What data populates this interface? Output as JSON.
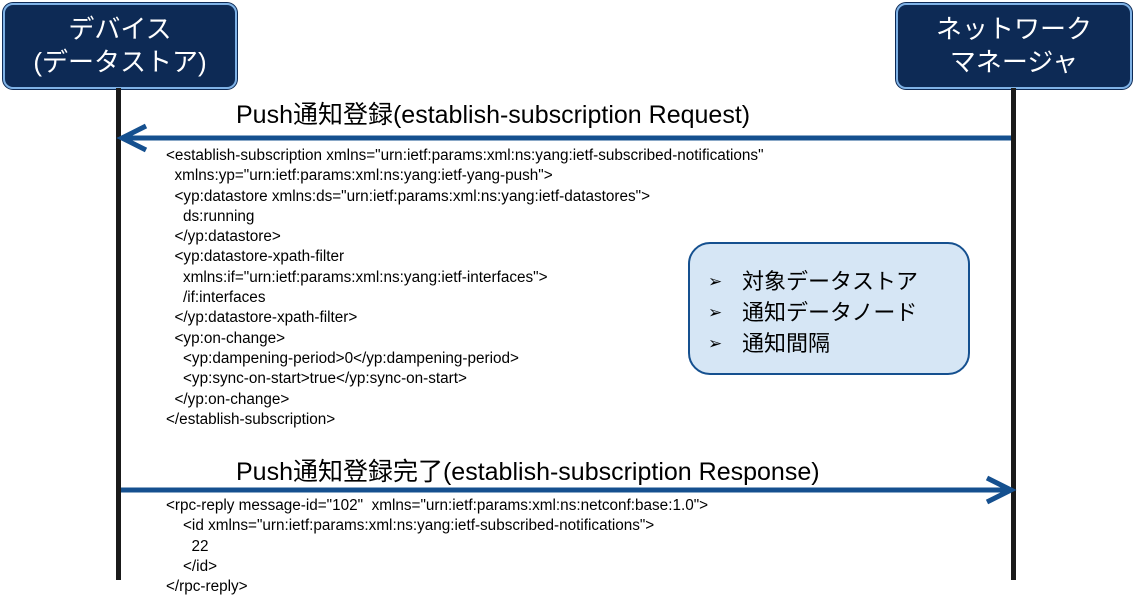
{
  "actors": {
    "left": {
      "line1": "デバイス",
      "line2": "(データストア)"
    },
    "right": {
      "line1": "ネットワーク",
      "line2": "マネージャ"
    }
  },
  "messages": [
    {
      "title": "Push通知登録(establish-subscription Request)",
      "direction": "right-to-left",
      "body": "<establish-subscription xmlns=\"urn:ietf:params:xml:ns:yang:ietf-subscribed-notifications\"\n  xmlns:yp=\"urn:ietf:params:xml:ns:yang:ietf-yang-push\">\n  <yp:datastore xmlns:ds=\"urn:ietf:params:xml:ns:yang:ietf-datastores\">\n    ds:running\n  </yp:datastore>\n  <yp:datastore-xpath-filter\n    xmlns:if=\"urn:ietf:params:xml:ns:yang:ietf-interfaces\">\n    /if:interfaces\n  </yp:datastore-xpath-filter>\n  <yp:on-change>\n    <yp:dampening-period>0</yp:dampening-period>\n    <yp:sync-on-start>true</yp:sync-on-start>\n  </yp:on-change>\n</establish-subscription>"
    },
    {
      "title": "Push通知登録完了(establish-subscription Response)",
      "direction": "left-to-right",
      "body": "<rpc-reply message-id=\"102\"  xmlns=\"urn:ietf:params:xml:ns:netconf:base:1.0\">\n    <id xmlns=\"urn:ietf:params:xml:ns:yang:ietf-subscribed-notifications\">\n      22\n    </id>\n</rpc-reply>"
    }
  ],
  "note": {
    "bullet": "➢",
    "items": [
      "対象データストア",
      "通知データノード",
      "通知間隔"
    ]
  },
  "colors": {
    "actor_bg": "#0d2a55",
    "arrow": "#15508f",
    "note_bg": "#d6e6f5",
    "note_border": "#15508f"
  }
}
